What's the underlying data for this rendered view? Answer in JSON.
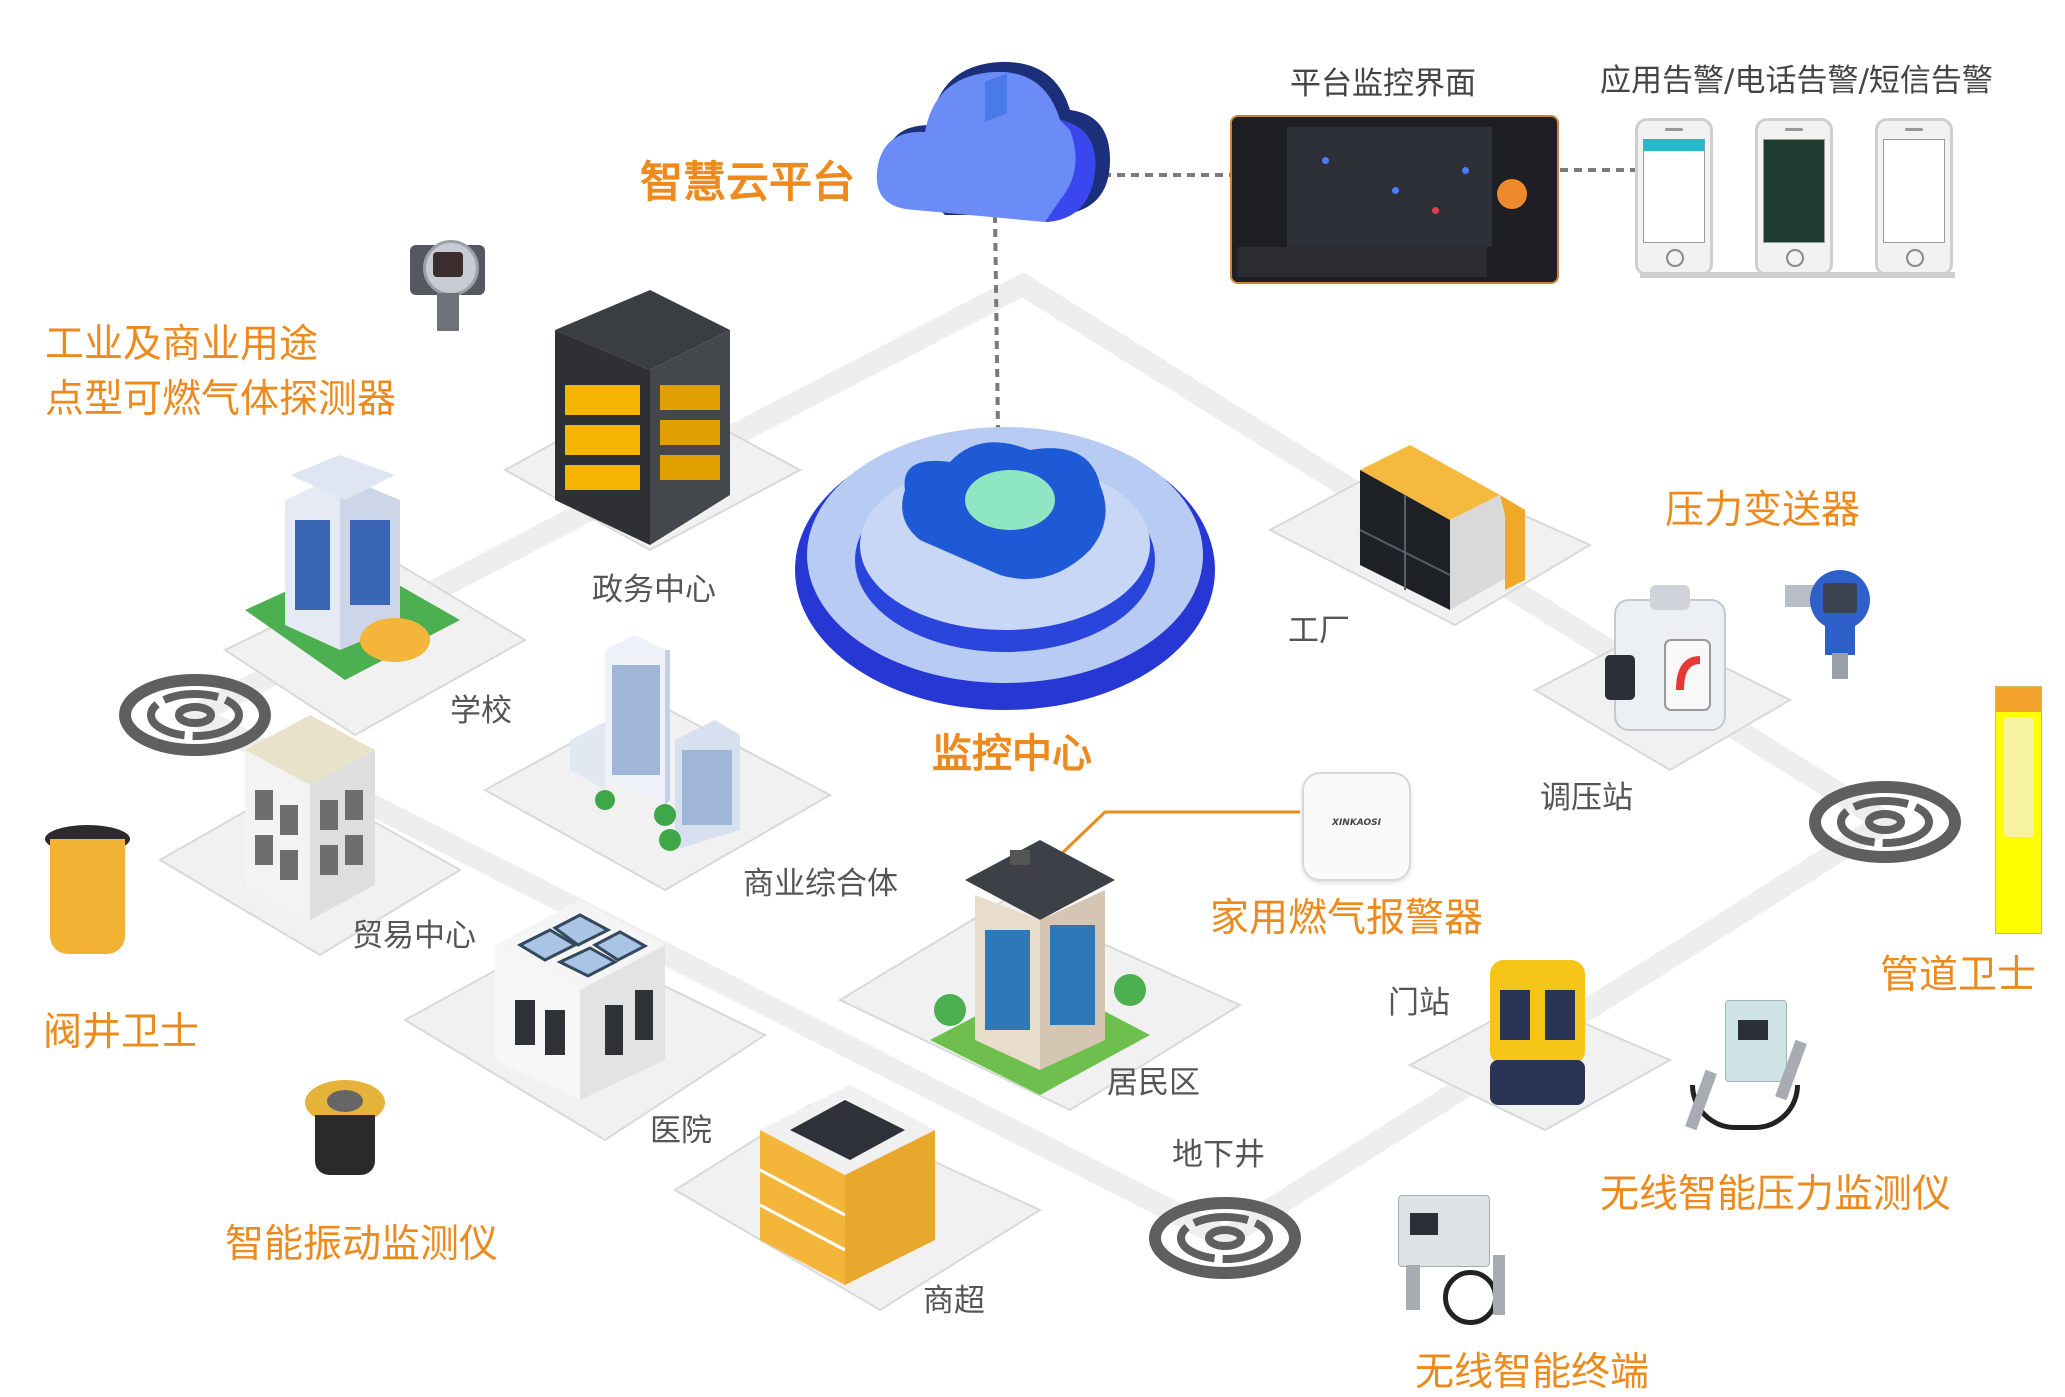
{
  "diagram": {
    "title": "智慧云平台",
    "colors": {
      "accent_orange": "#EC8A1E",
      "label_gray": "#555555",
      "road": "#eeeeee",
      "cloud_blue": "#5b7cf5",
      "hub_blue": "#2d4fe0",
      "pipe_guard_yellow": "#ffff00"
    },
    "platform": {
      "cloud_label": "智慧云平台",
      "dashboard_label": "平台监控界面",
      "alerts_label": "应用告警/电话告警/短信告警"
    },
    "center": {
      "label": "监控中心"
    },
    "locations": [
      {
        "id": "gov",
        "label": "政务中心"
      },
      {
        "id": "school",
        "label": "学校"
      },
      {
        "id": "commercial",
        "label": "商业综合体"
      },
      {
        "id": "trade",
        "label": "贸易中心"
      },
      {
        "id": "hospital",
        "label": "医院"
      },
      {
        "id": "supermarket",
        "label": "商超"
      },
      {
        "id": "residential",
        "label": "居民区"
      },
      {
        "id": "underground_well",
        "label": "地下井"
      },
      {
        "id": "gate_station",
        "label": "门站"
      },
      {
        "id": "regulator_station",
        "label": "调压站"
      },
      {
        "id": "factory",
        "label": "工厂"
      }
    ],
    "devices": [
      {
        "id": "point_detector",
        "label_line1": "工业及商业用途",
        "label_line2": "点型可燃气体探测器"
      },
      {
        "id": "valve_guard",
        "label": "阀井卫士"
      },
      {
        "id": "vibration_monitor",
        "label": "智能振动监测仪"
      },
      {
        "id": "home_alarm",
        "label": "家用燃气报警器",
        "brand": "XINKAOSI"
      },
      {
        "id": "pressure_transmitter",
        "label": "压力变送器"
      },
      {
        "id": "pipe_guard",
        "label": "管道卫士"
      },
      {
        "id": "wireless_pressure_monitor",
        "label": "无线智能压力监测仪"
      },
      {
        "id": "wireless_terminal",
        "label": "无线智能终端"
      }
    ]
  }
}
